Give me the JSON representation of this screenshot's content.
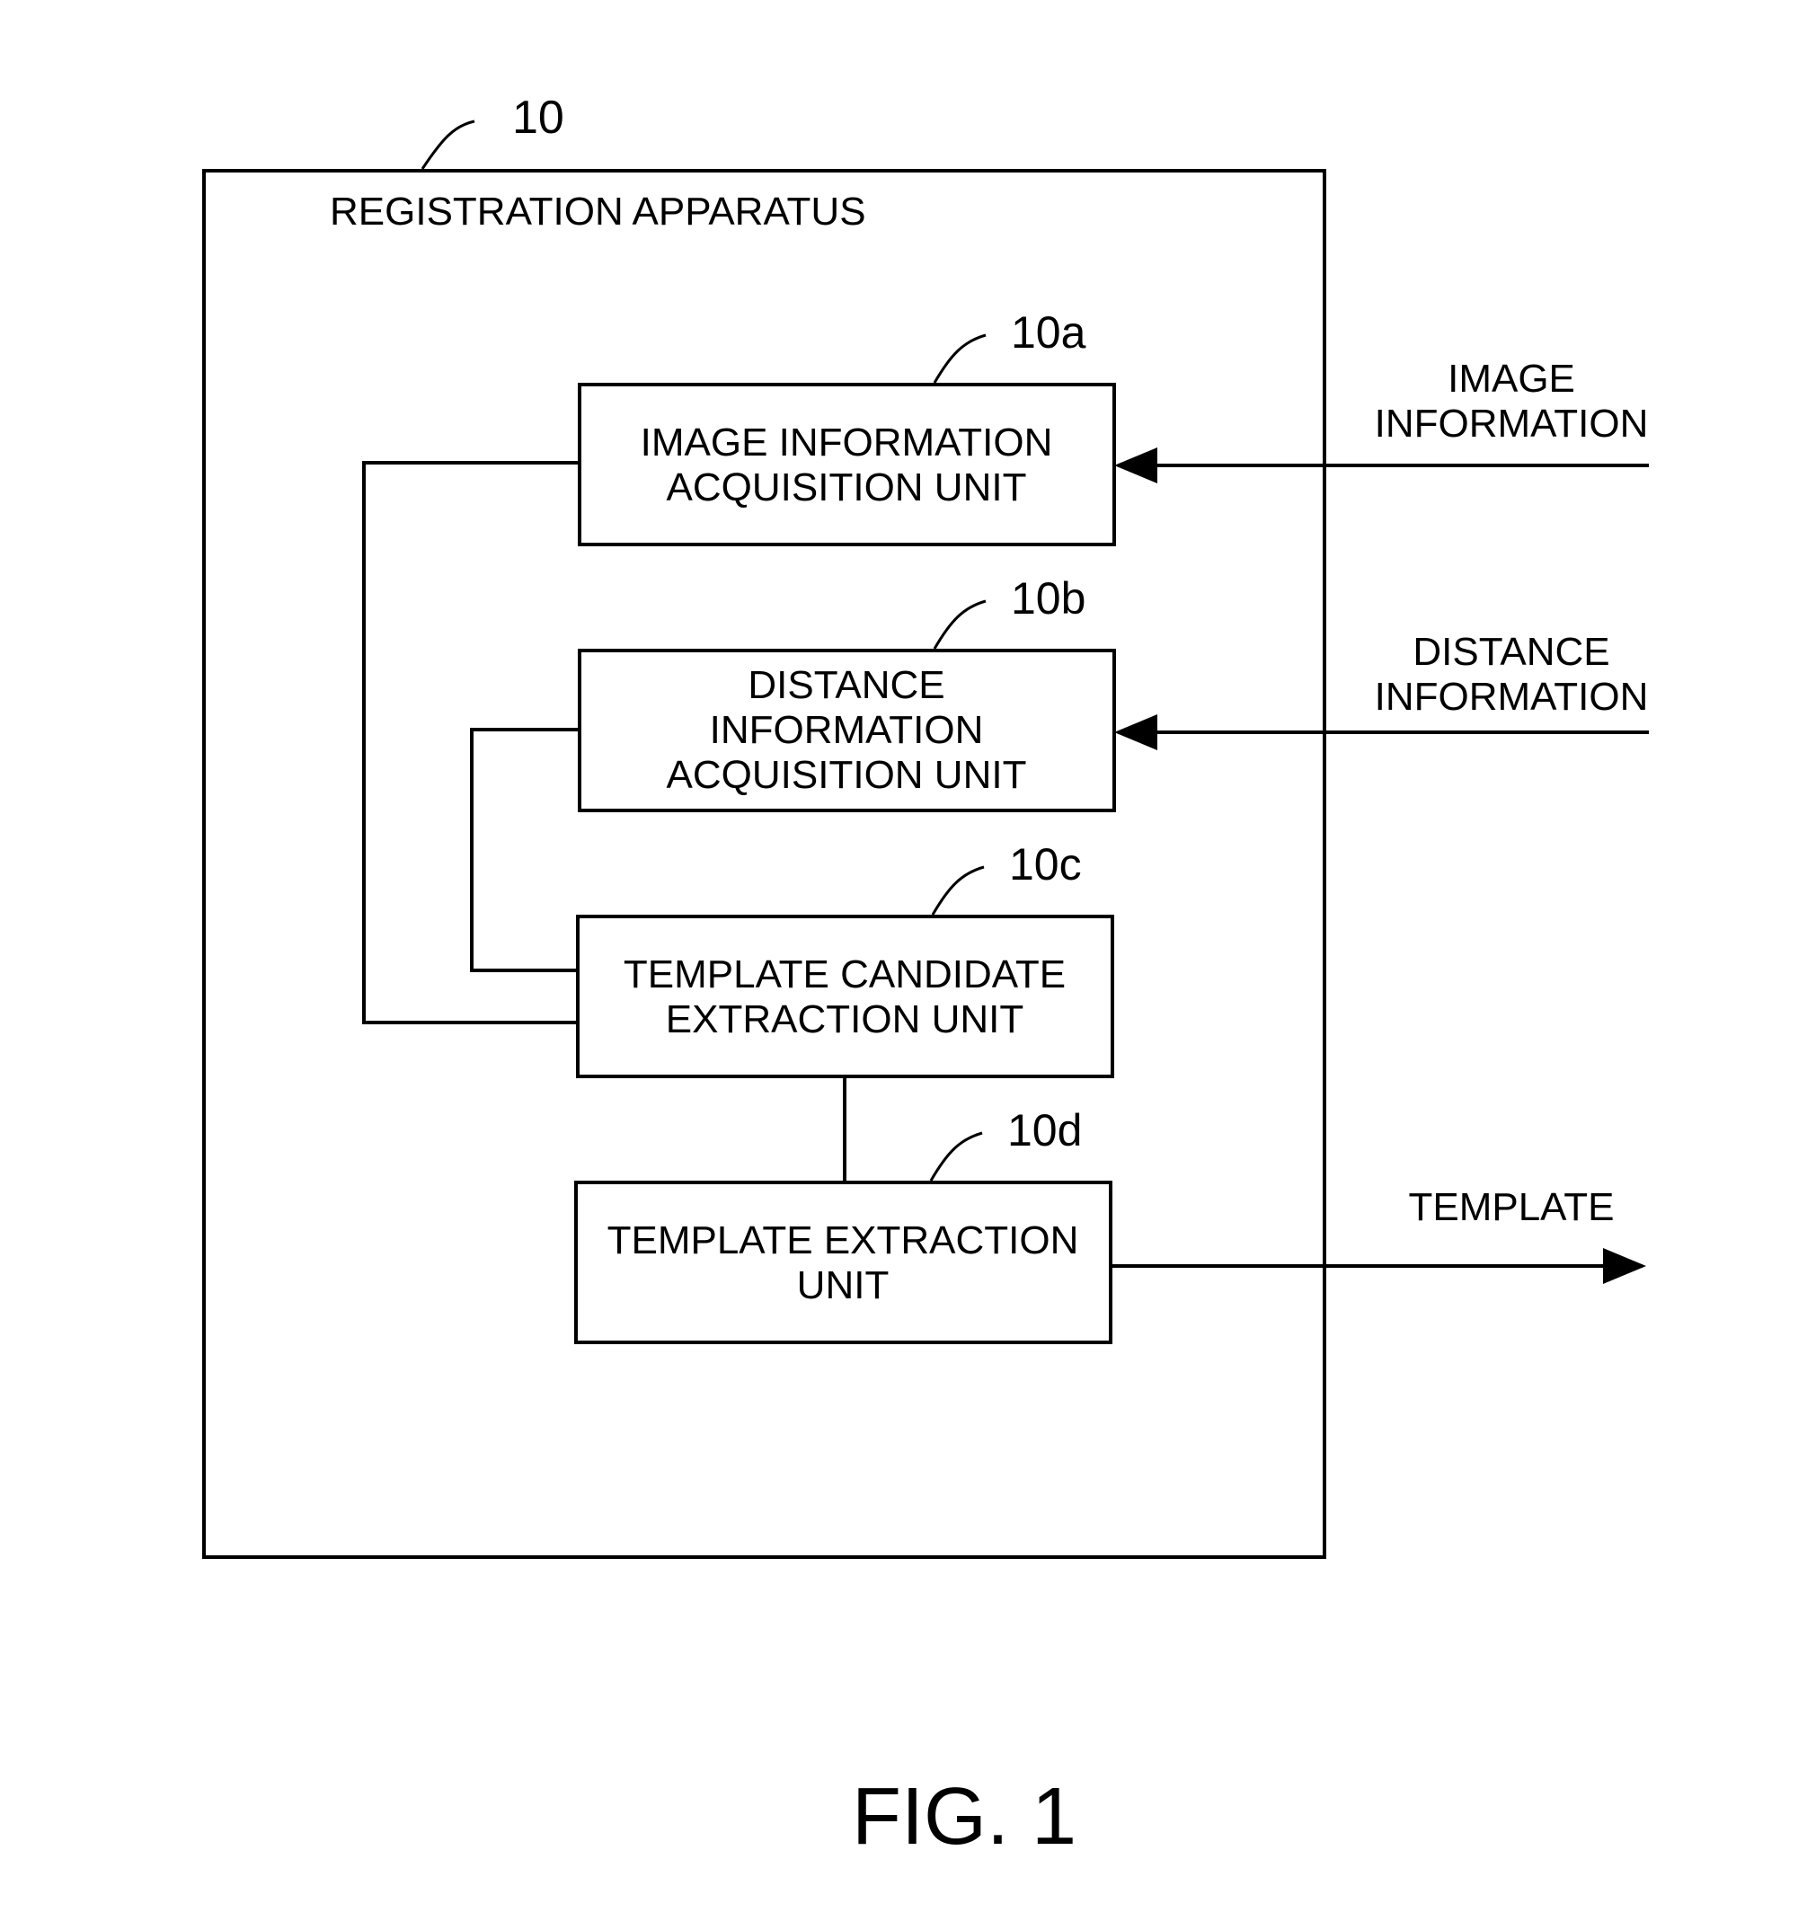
{
  "apparatus": {
    "ref": "10",
    "title": "REGISTRATION APPARATUS"
  },
  "units": [
    {
      "ref": "10a",
      "lines": [
        "IMAGE INFORMATION",
        "ACQUISITION UNIT"
      ]
    },
    {
      "ref": "10b",
      "lines": [
        "DISTANCE",
        "INFORMATION",
        "ACQUISITION UNIT"
      ]
    },
    {
      "ref": "10c",
      "lines": [
        "TEMPLATE CANDIDATE",
        "EXTRACTION UNIT"
      ]
    },
    {
      "ref": "10d",
      "lines": [
        "TEMPLATE EXTRACTION",
        "UNIT"
      ]
    }
  ],
  "signals": {
    "image_input": [
      "IMAGE",
      "INFORMATION"
    ],
    "distance_input": [
      "DISTANCE",
      "INFORMATION"
    ],
    "template_output": "TEMPLATE"
  },
  "figure_caption": "FIG. 1"
}
